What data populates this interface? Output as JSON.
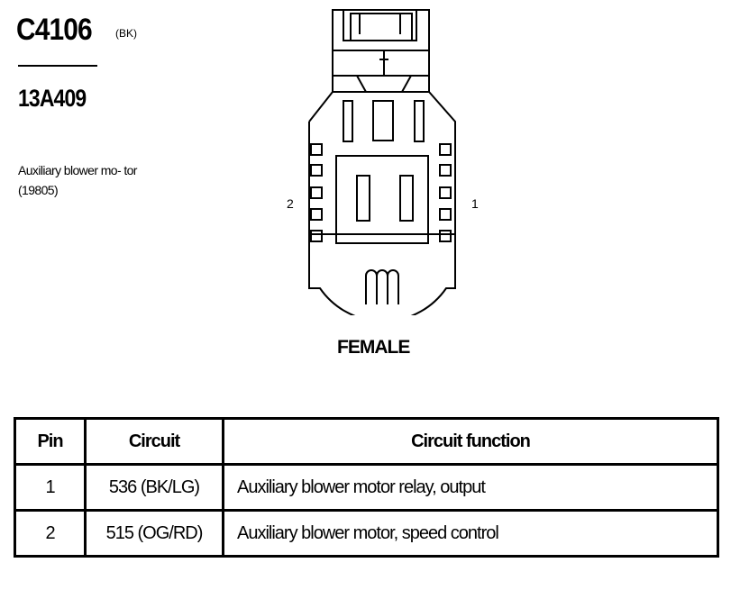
{
  "header": {
    "connector_id": "C4106",
    "connector_color": "(BK)",
    "part_number": "13A409",
    "description": "Auxiliary blower mo- tor (19805)"
  },
  "diagram": {
    "pin_left_label": "2",
    "pin_right_label": "1",
    "gender": "FEMALE"
  },
  "table": {
    "headers": [
      "Pin",
      "Circuit",
      "Circuit function"
    ],
    "rows": [
      [
        "1",
        "536 (BK/LG)",
        "Auxiliary blower motor relay, output"
      ],
      [
        "2",
        "515 (OG/RD)",
        "Auxiliary blower motor, speed control"
      ]
    ]
  }
}
